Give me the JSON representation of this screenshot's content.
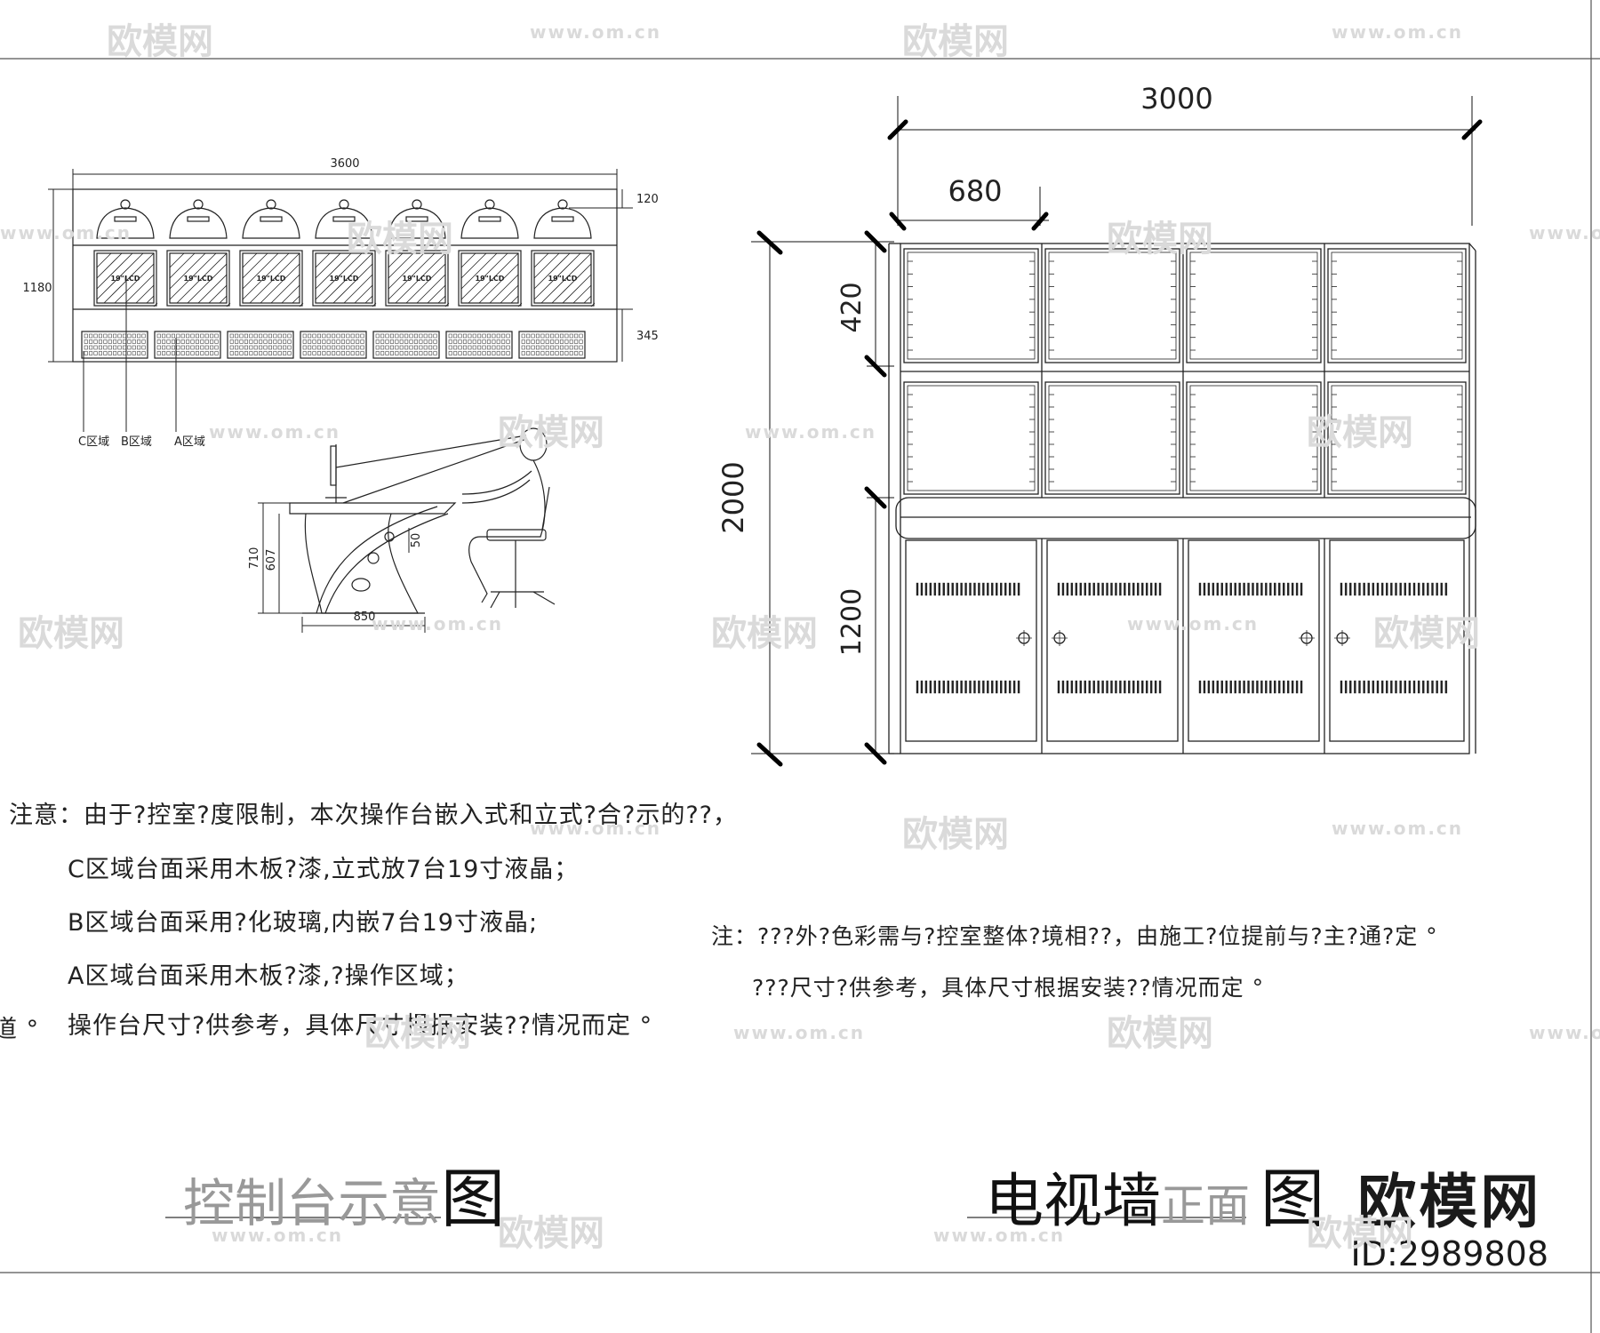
{
  "console": {
    "dims": {
      "width": "3600",
      "height": "1180",
      "top_offset": "120",
      "keyboard_height": "345"
    },
    "lcd_label": "19\"LCD",
    "lcd_count": 7,
    "zones": [
      "C区域",
      "B区域",
      "A区域"
    ],
    "side": {
      "h1": "710",
      "h2": "607",
      "h3": "50",
      "depth": "850"
    },
    "title_light": "控制台示意",
    "title_bold": "图",
    "notes": [
      "注意：由于?控室?度限制，本次操作台嵌入式和立式?合?示的??，",
      "C区域台面采用木板?漆,立式放7台19寸液晶；",
      "B区域台面采用?化玻璃,内嵌7台19寸液晶;",
      "A区域台面采用木板?漆,?操作区域；",
      "操作台尺寸?供参考，具体尺寸根据安装??情况而定 °"
    ],
    "notes_prefix": "道 °"
  },
  "tvwall": {
    "dims": {
      "width": "3000",
      "cell_width": "680",
      "height": "2000",
      "screen_height": "420",
      "cabinet_height": "1200"
    },
    "title_bold": "电视墙",
    "title_light": "正面",
    "title_end": "图",
    "notes": [
      "注：???外?色彩需与?控室整体?境相??，由施工?位提前与?主?通?定 °",
      "???尺寸?供参考，具体尺寸根据安装??情况而定 °"
    ]
  },
  "watermark": {
    "logo_text": "欧模网",
    "url_text": "www.om.cn"
  },
  "brand": {
    "name": "欧模网",
    "id": "ID:2989808"
  }
}
